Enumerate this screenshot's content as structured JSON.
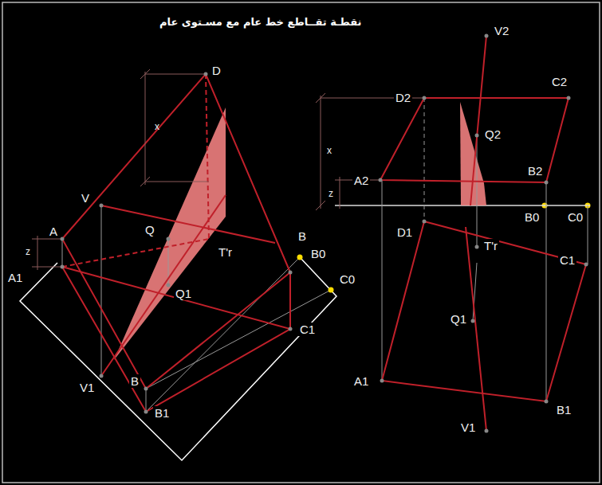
{
  "diagram": {
    "title": "نقطـة تقــاطع خط عام مع مسـتوى عام",
    "labels": [
      "D",
      "V",
      "A",
      "Q",
      "T'r",
      "B",
      "B0",
      "A1",
      "Q1",
      "C0",
      "C1",
      "V1",
      "B",
      "B1",
      "x",
      "z",
      "V2",
      "D2",
      "C2",
      "Q2",
      "B2",
      "A2",
      "B0",
      "C0",
      "D1",
      "T'r",
      "C1",
      "Q1",
      "A1",
      "V1",
      "B1",
      "x",
      "z"
    ]
  }
}
